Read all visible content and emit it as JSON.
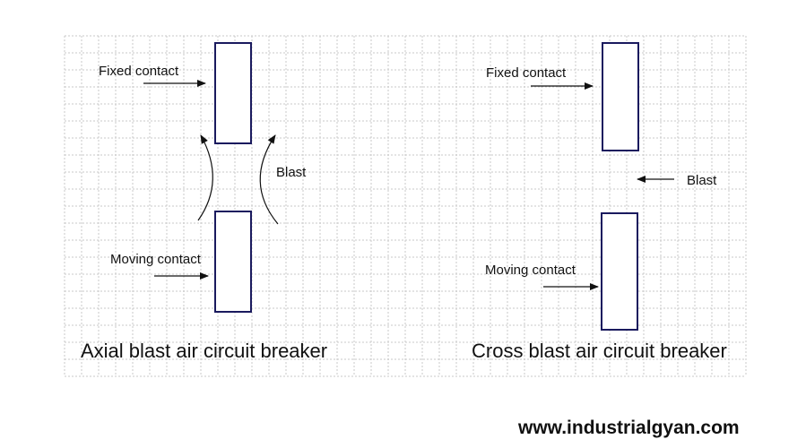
{
  "colors": {
    "background": "#ffffff",
    "grid": "#c8c8c8",
    "contact_stroke": "#1a1a5e",
    "arrow": "#111111",
    "text": "#111111"
  },
  "icons": {
    "arrow": "right-arrow-icon",
    "curved_arrow": "curved-up-arrow-icon"
  },
  "axial": {
    "fixed_label": "Fixed contact",
    "moving_label": "Moving contact",
    "blast_label": "Blast",
    "caption": "Axial blast air circuit breaker"
  },
  "cross": {
    "fixed_label": "Fixed contact",
    "moving_label": "Moving contact",
    "blast_label": "Blast",
    "caption": "Cross blast air circuit breaker"
  },
  "footer": {
    "website": "www.industrialgyan.com"
  }
}
